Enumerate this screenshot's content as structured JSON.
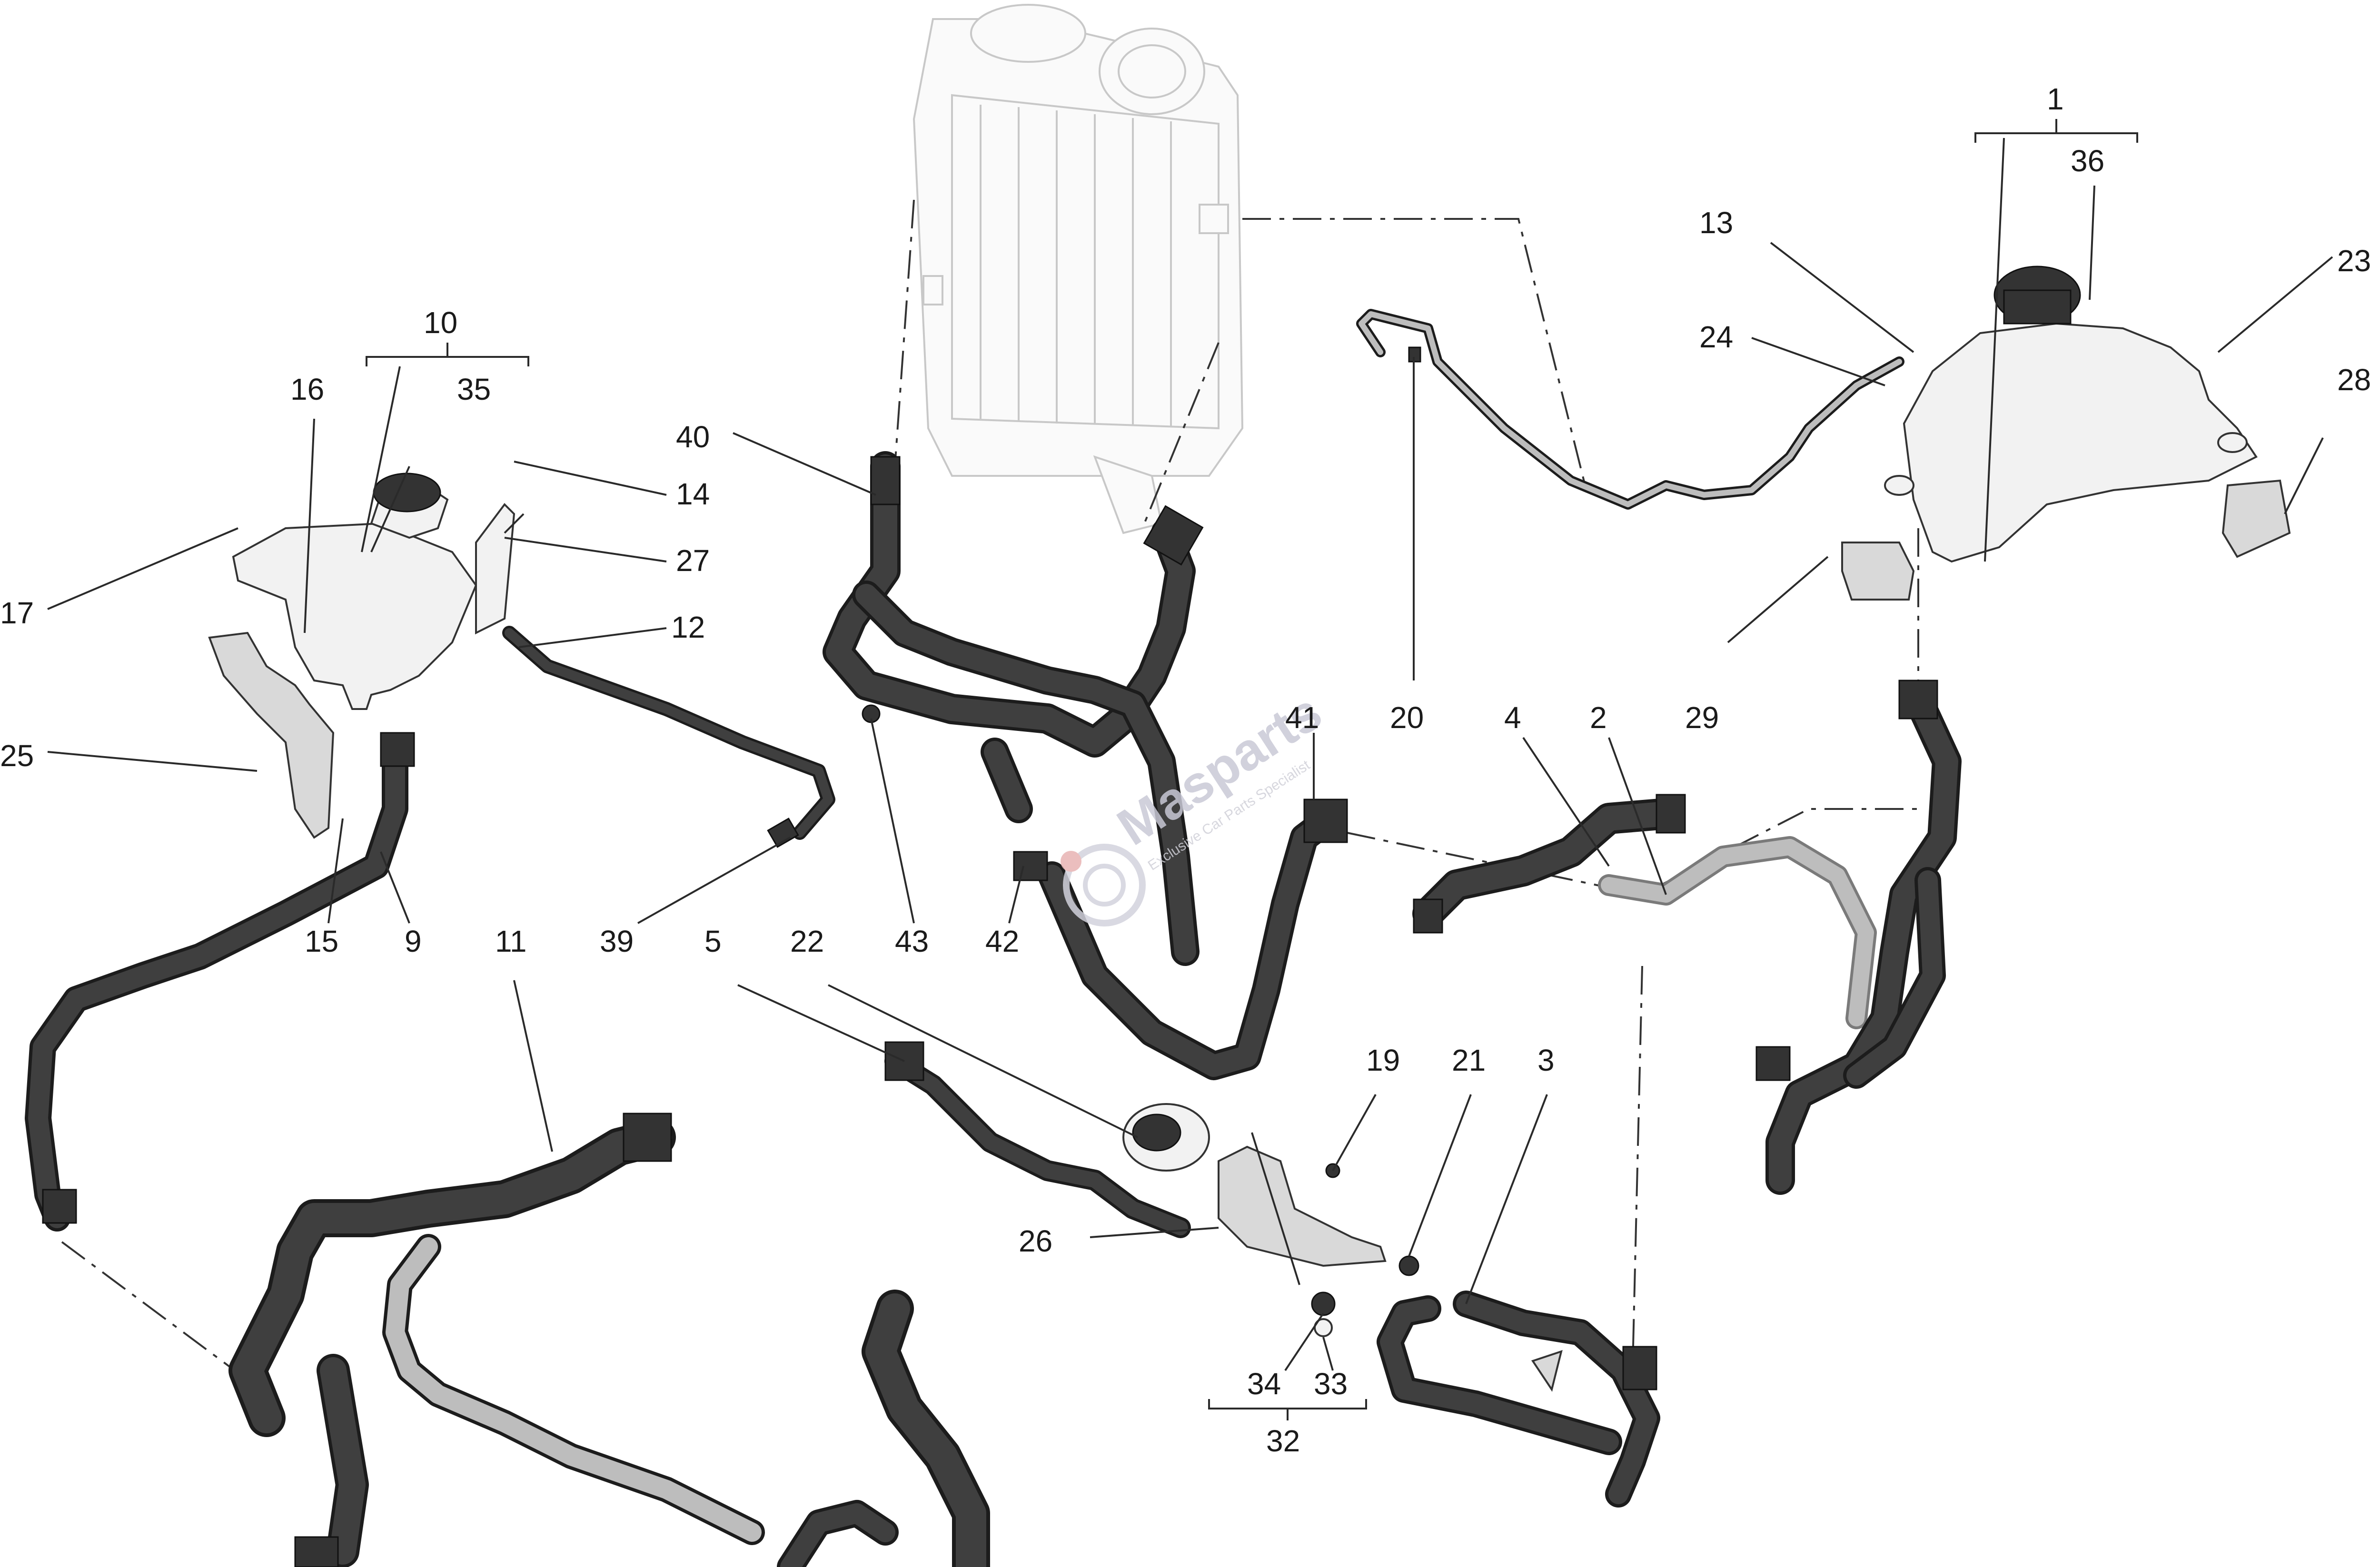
{
  "diagram": {
    "callouts": [
      "1",
      "2",
      "3",
      "4",
      "5",
      "9",
      "10",
      "11",
      "12",
      "13",
      "14",
      "15",
      "16",
      "17",
      "19",
      "20",
      "21",
      "22",
      "23",
      "24",
      "25",
      "26",
      "27",
      "28",
      "29",
      "32",
      "33",
      "34",
      "35",
      "36",
      "39",
      "40",
      "41",
      "42",
      "43"
    ],
    "watermark": {
      "brand": "Masparts",
      "tagline": "Exclusive Car Parts Specialist"
    }
  }
}
